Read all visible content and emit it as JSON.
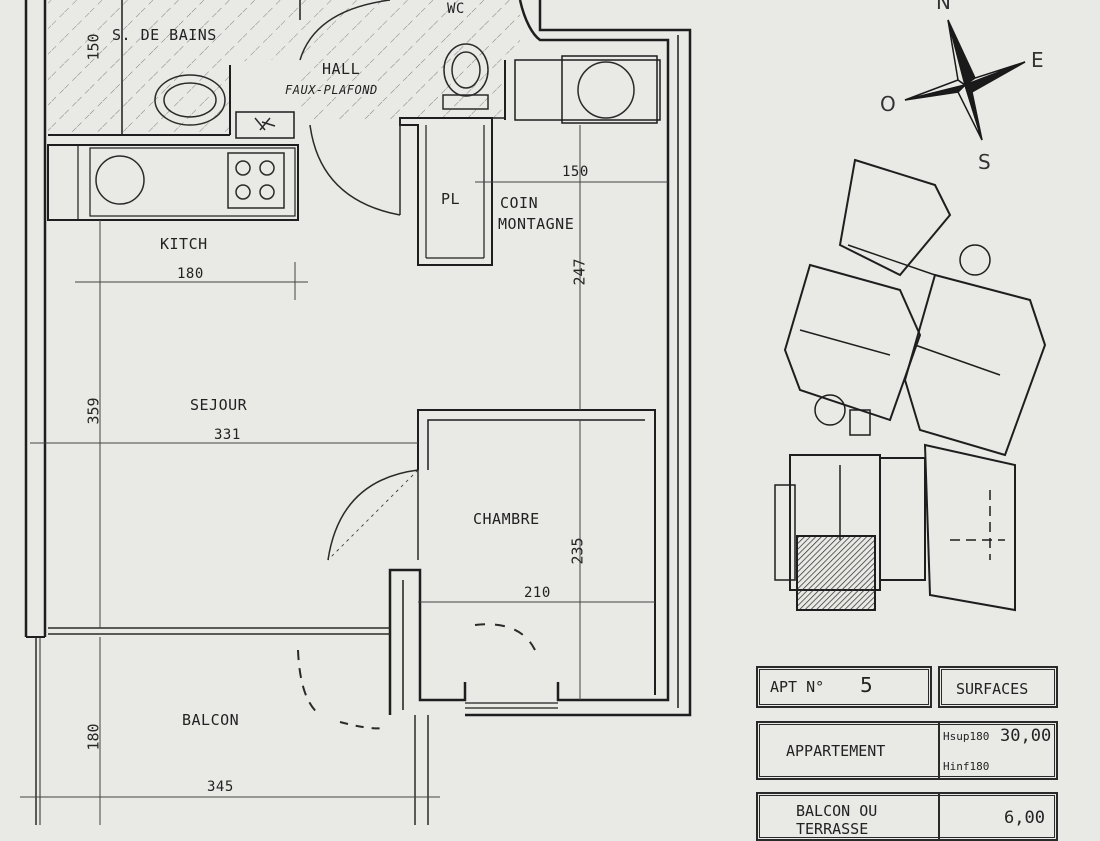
{
  "rooms": {
    "s_de_bains": "S. DE BAINS",
    "wc": "WC",
    "hall": "HALL",
    "faux_plafond": "FAUX-PLAFOND",
    "pl": "PL",
    "coin_montagne_1": "COIN",
    "coin_montagne_2": "MONTAGNE",
    "kitch": "KITCH",
    "sejour": "SEJOUR",
    "chambre": "CHAMBRE",
    "balcon": "BALCON"
  },
  "dimensions": {
    "d150_top": "150",
    "d150_coin": "150",
    "d180_kitch": "180",
    "d247": "247",
    "d359": "359",
    "d331": "331",
    "d235": "235",
    "d210": "210",
    "d180_balcon": "180",
    "d345": "345"
  },
  "compass": {
    "north": "N",
    "east": "E",
    "south": "S",
    "west": "O"
  },
  "table": {
    "apt_label": "APT N°",
    "apt_number": "5",
    "surfaces": "SURFACES",
    "appartement": "APPARTEMENT",
    "hsup_label": "Hsup180",
    "hsup_value": "30,00",
    "hinf_label": "Hinf180",
    "balcon_ou": "BALCON OU",
    "terrasse": "TERRASSE",
    "balcon_value": "6,00"
  }
}
